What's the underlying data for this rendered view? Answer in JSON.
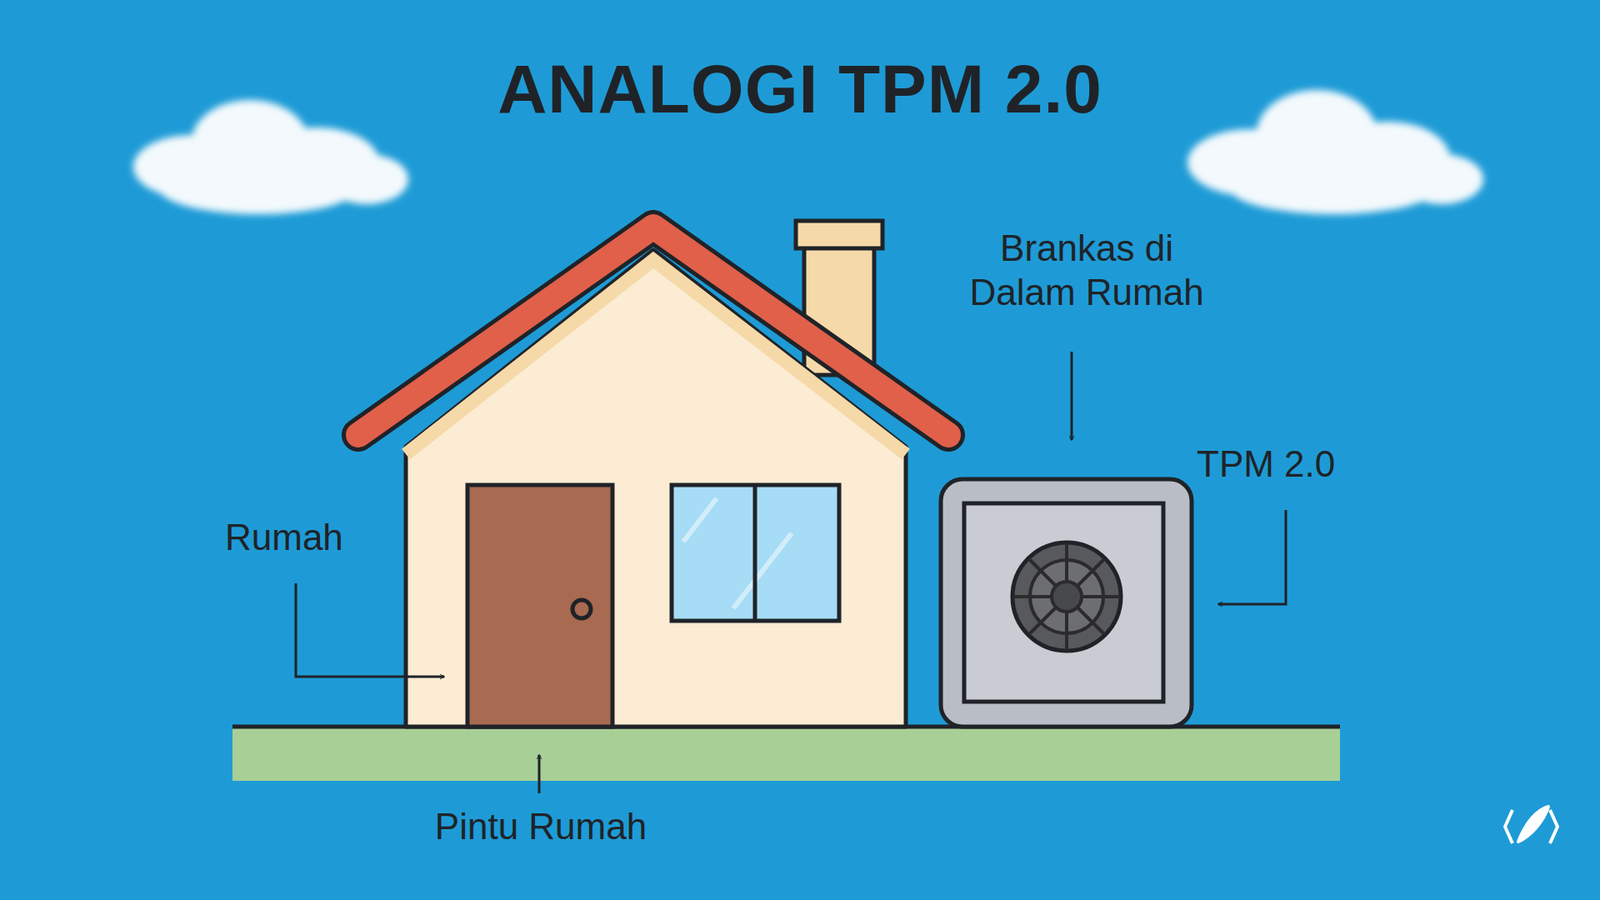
{
  "diagram": {
    "title": "ANALOGI TPM 2.0",
    "labels": [
      "Brankas di Dalam Rumah",
      "TPM 2.0",
      "Rumah",
      "Pintu Rumah"
    ]
  }
}
